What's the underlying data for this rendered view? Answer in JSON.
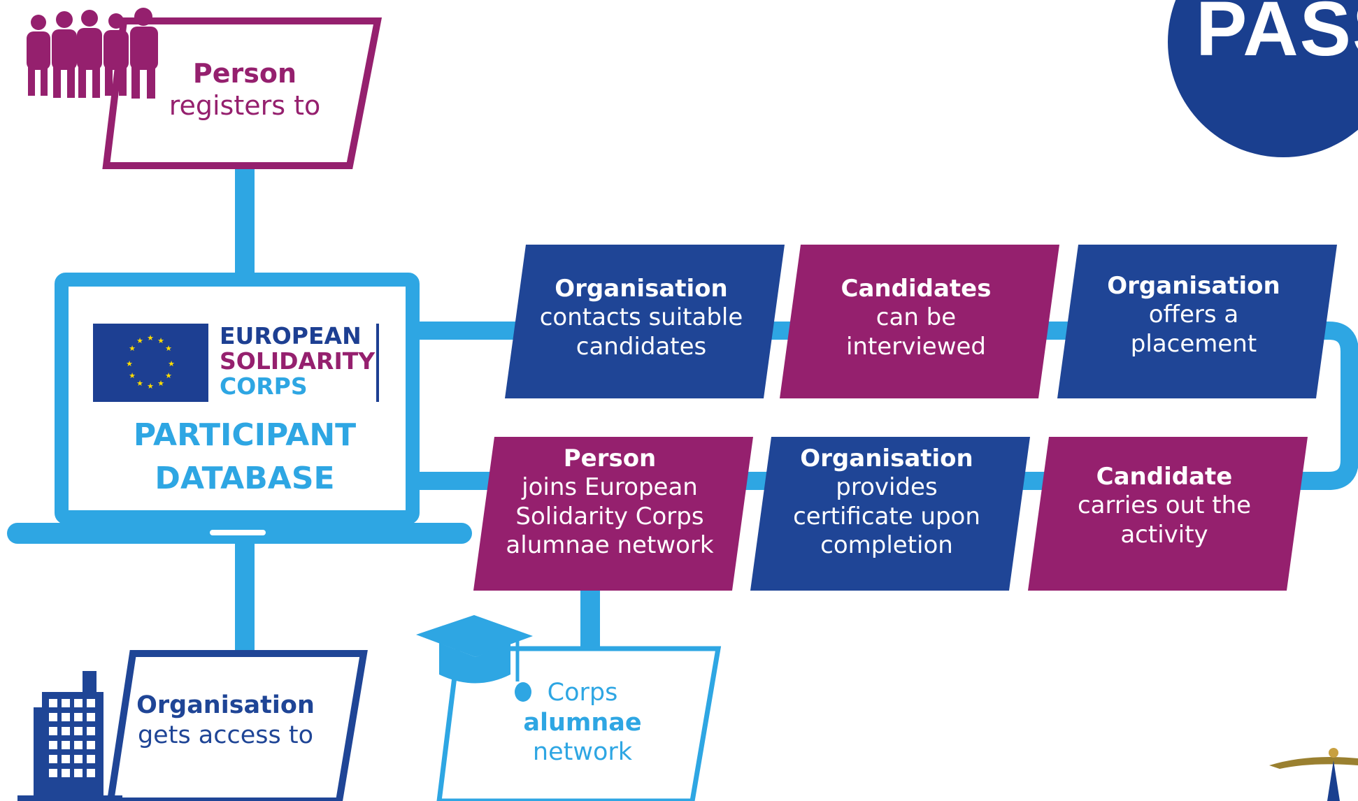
{
  "colors": {
    "navy": "#1f4596",
    "magenta": "#95206e",
    "light_blue": "#2ea6e3",
    "circle_blue": "#1a3f8f",
    "flag_blue": "#1d3f92",
    "star_yellow": "#ffdd00"
  },
  "corner_badge": {
    "text": "PASS"
  },
  "person_box": {
    "bold": "Person",
    "text": "registers to"
  },
  "logo": {
    "line1": "EUROPEAN",
    "line2": "SOLIDARITY",
    "line3": "CORPS"
  },
  "database": {
    "line1": "PARTICIPANT",
    "line2": "DATABASE"
  },
  "steps_row1": [
    {
      "bold": "Organisation",
      "l1": "contacts suitable",
      "l2": "candidates"
    },
    {
      "bold": "Candidates",
      "l1": "can be",
      "l2": "interviewed"
    },
    {
      "bold": "Organisation",
      "l1": "offers a",
      "l2": "placement"
    }
  ],
  "steps_row2": [
    {
      "bold": "Person",
      "l1": "joins European",
      "l2": "Solidarity Corps",
      "l3": "alumnae network"
    },
    {
      "bold": "Organisation",
      "l1": "provides",
      "l2": "certificate upon",
      "l3": "completion"
    },
    {
      "bold": "Candidate",
      "l1": "carries out the",
      "l2": "activity"
    }
  ],
  "org_box": {
    "bold": "Organisation",
    "text": "gets access to"
  },
  "alumnae_box": {
    "l1": "Corps",
    "bold": "alumnae",
    "l3": "network"
  },
  "icons": [
    "people-group-icon",
    "eu-flag-icon",
    "building-icon",
    "graduation-cap-icon",
    "balance-logo-icon"
  ]
}
